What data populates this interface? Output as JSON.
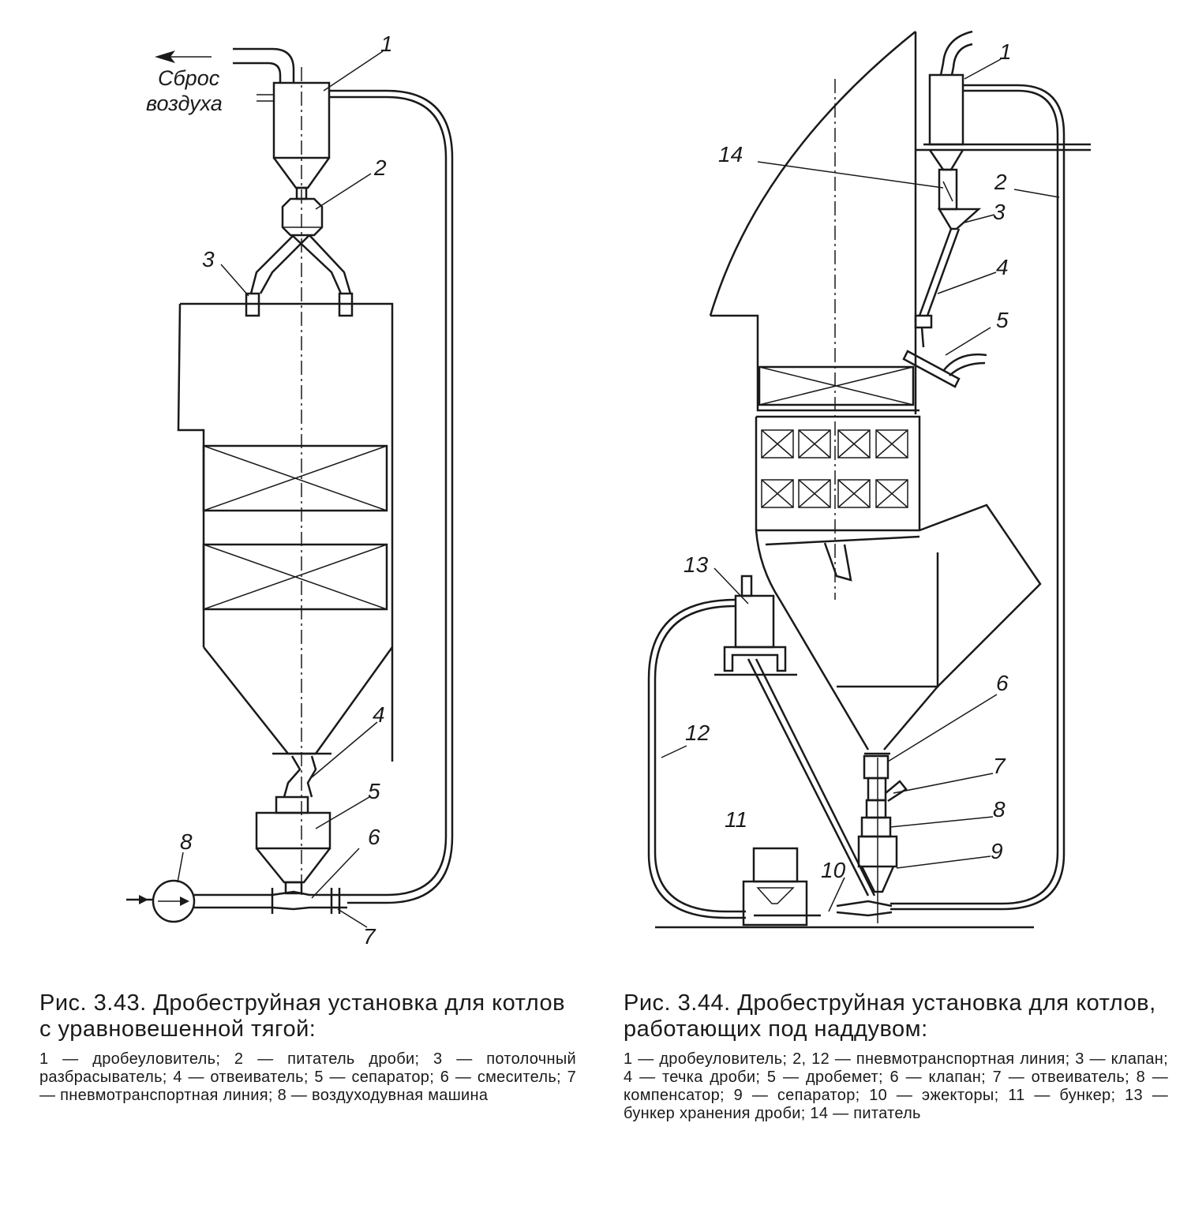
{
  "fig43": {
    "air_label_line1": "Сброс",
    "air_label_line2": "воздуха",
    "callouts": [
      "1",
      "2",
      "3",
      "4",
      "5",
      "6",
      "7",
      "8"
    ],
    "caption_title": "Рис. 3.43. Дробеструйная установка для котлов с уравновешенной тягой:",
    "caption_legend": "1 — дробеуловитель; 2 — питатель дроби; 3 — потолочный разбрасыватель; 4 — отвеиватель; 5 — сепаратор; 6 — смеситель; 7 — пневмотранспортная линия; 8 — воздуходувная машина"
  },
  "fig44": {
    "callouts": [
      "1",
      "2",
      "3",
      "4",
      "5",
      "6",
      "7",
      "8",
      "9",
      "10",
      "11",
      "12",
      "13",
      "14"
    ],
    "caption_title": "Рис. 3.44. Дробеструйная установка для котлов, работающих под наддувом:",
    "caption_legend": "1 — дробеуловитель; 2, 12 — пневмотранспортная линия; 3 — клапан; 4 — течка дроби; 5 — дробемет; 6 — клапан; 7 — отвеиватель; 8 — компенсатор; 9 — сепаратор; 10 — эжекторы; 11 — бункер; 13 — бункер хранения дроби; 14 — питатель"
  }
}
